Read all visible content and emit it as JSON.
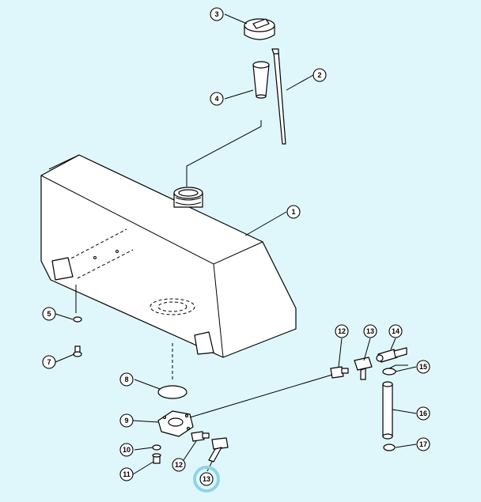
{
  "callouts": [
    {
      "id": "c1",
      "label": "1",
      "highlighted": false
    },
    {
      "id": "c2",
      "label": "2",
      "highlighted": false
    },
    {
      "id": "c3",
      "label": "3",
      "highlighted": false
    },
    {
      "id": "c4",
      "label": "4",
      "highlighted": false
    },
    {
      "id": "c5",
      "label": "5",
      "highlighted": false
    },
    {
      "id": "c7",
      "label": "7",
      "highlighted": false
    },
    {
      "id": "c8",
      "label": "8",
      "highlighted": false
    },
    {
      "id": "c9",
      "label": "9",
      "highlighted": false
    },
    {
      "id": "c10",
      "label": "10",
      "highlighted": false
    },
    {
      "id": "c11",
      "label": "11",
      "highlighted": false
    },
    {
      "id": "c12a",
      "label": "12",
      "highlighted": false
    },
    {
      "id": "c13a",
      "label": "13",
      "highlighted": true
    },
    {
      "id": "c12b",
      "label": "12",
      "highlighted": false
    },
    {
      "id": "c13b",
      "label": "13",
      "highlighted": false
    },
    {
      "id": "c14",
      "label": "14",
      "highlighted": false
    },
    {
      "id": "c15",
      "label": "15",
      "highlighted": false
    },
    {
      "id": "c16",
      "label": "16",
      "highlighted": false
    },
    {
      "id": "c17",
      "label": "17",
      "highlighted": false
    }
  ],
  "colors": {
    "background": "#dff7fb",
    "highlight_ring": "#8fd3e8"
  }
}
